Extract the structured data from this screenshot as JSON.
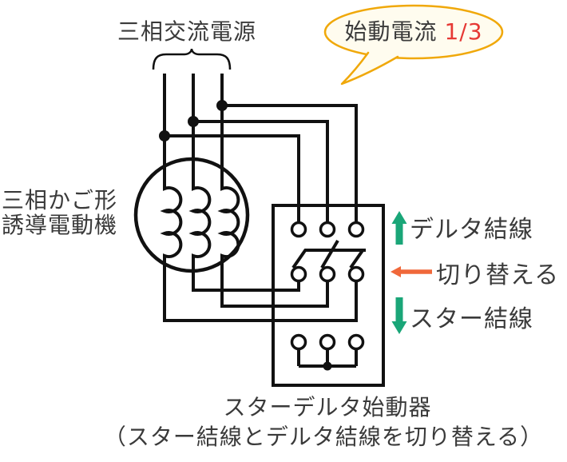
{
  "colors": {
    "line": "#111111",
    "ink": "#3a3a3a",
    "green": "#1aa678",
    "orange": "#f0683a",
    "gold": "#f0a80a",
    "cream": "#fffcef",
    "red": "#e63935"
  },
  "labels": {
    "power_source": "三相交流電源",
    "motor_line1": "三相かご形",
    "motor_line2": "誘導電動機",
    "delta": "デルタ結線",
    "switch": "切り替える",
    "star": "スター結線"
  },
  "bubble": {
    "text": "始動電流",
    "value": "1/3"
  },
  "caption": {
    "line1": "スターデルタ始動器",
    "line2": "（スター結線とデルタ結線を切り替える）"
  },
  "icons": {
    "delta_arrow": "arrow-up",
    "switch_arrow": "arrow-left",
    "star_arrow": "arrow-down"
  }
}
